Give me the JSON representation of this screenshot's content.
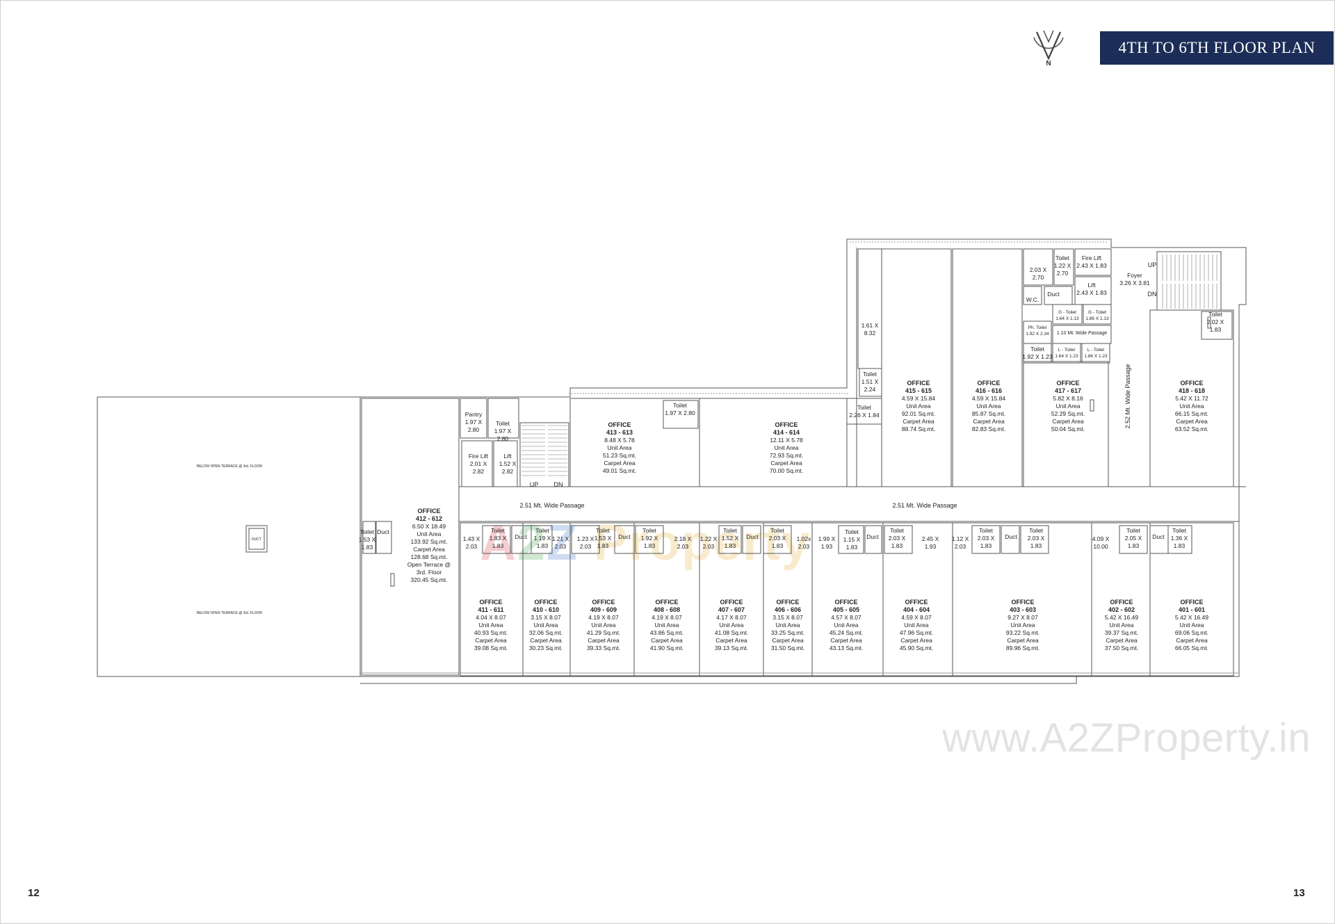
{
  "header": {
    "title": "4TH TO 6TH FLOOR PLAN",
    "logo_icon": "v-monogram-compass-logo",
    "logo_letter": "N"
  },
  "footer": {
    "page_left": "12",
    "page_right": "13"
  },
  "watermark": {
    "text": "www.A2ZProperty.in",
    "logo_text": "A2Z Property"
  },
  "plan": {
    "terrace_labels": [
      "BELOW OPEN TERRACE @ 3rd. FLOOR",
      "BELOW OPEN TERRACE @ 3rd. FLOOR"
    ],
    "terrace_duct": "DUCT",
    "passage_left": "2.51 Mt. Wide Passage",
    "passage_right": "2.51 Mt. Wide Passage",
    "passage_vertical": "2.52 Mt. Wide Passage",
    "passage_small": "1.10 Mt. Wide Passage",
    "stairs_left": {
      "up": "UP",
      "dn": "DN"
    },
    "stairs_right": {
      "up": "UP",
      "dn": "DN"
    },
    "offices_top": [
      {
        "title": "OFFICE",
        "no": "412 - 612",
        "dim": "6.50 X 18.49",
        "lines": [
          "Unit Area",
          "133.92 Sq.mt.",
          "Carpet Area",
          "128.68 Sq.mt.",
          "Open Terrace @",
          "3rd. Floor",
          "320.45 Sq.mt."
        ]
      },
      {
        "title": "OFFICE",
        "no": "413 - 613",
        "dim": "8.48 X 5.78",
        "lines": [
          "Unit Area",
          "51.23 Sq.mt.",
          "Carpet Area",
          "49.01 Sq.mt."
        ]
      },
      {
        "title": "OFFICE",
        "no": "414 - 614",
        "dim": "12.11 X 5.78",
        "lines": [
          "Unit Area",
          "72.93 Sq.mt.",
          "Carpet Area",
          "70.00 Sq.mt."
        ]
      },
      {
        "title": "OFFICE",
        "no": "415 - 615",
        "dim": "4.59 X 15.84",
        "lines": [
          "Unit Area",
          "92.01 Sq.mt.",
          "Carpet Area",
          "88.74 Sq.mt."
        ]
      },
      {
        "title": "OFFICE",
        "no": "416 - 616",
        "dim": "4.59 X 15.84",
        "lines": [
          "Unit Area",
          "85.87 Sq.mt.",
          "Carpet Area",
          "82.83 Sq.mt."
        ]
      },
      {
        "title": "OFFICE",
        "no": "417 - 617",
        "dim": "5.82 X 8.16",
        "lines": [
          "Unit Area",
          "52.29 Sq.mt.",
          "Carpet Area",
          "50.04 Sq.mt."
        ]
      },
      {
        "title": "OFFICE",
        "no": "418 - 618",
        "dim": "5.42 X 11.72",
        "lines": [
          "Unit Area",
          "66.15 Sq.mt.",
          "Carpet Area",
          "63.52 Sq.mt."
        ]
      }
    ],
    "offices_bottom": [
      {
        "title": "OFFICE",
        "no": "411 - 611",
        "dim": "4.04 X 8.07",
        "lines": [
          "Unit Area",
          "40.93 Sq.mt.",
          "Carpet Area",
          "39.08 Sq.mt."
        ]
      },
      {
        "title": "OFFICE",
        "no": "410 - 610",
        "dim": "3.15 X 8.07",
        "lines": [
          "Unit Area",
          "32.06 Sq.mt.",
          "Carpet Area",
          "30.23 Sq.mt."
        ]
      },
      {
        "title": "OFFICE",
        "no": "409 - 609",
        "dim": "4.19 X 8.07",
        "lines": [
          "Unit Area",
          "41.29 Sq.mt.",
          "Carpet Area",
          "39.33 Sq.mt."
        ]
      },
      {
        "title": "OFFICE",
        "no": "408 - 608",
        "dim": "4.19 X 8.07",
        "lines": [
          "Unit Area",
          "43.86 Sq.mt.",
          "Carpet Area",
          "41.90 Sq.mt."
        ]
      },
      {
        "title": "OFFICE",
        "no": "407 - 607",
        "dim": "4.17 X 8.07",
        "lines": [
          "Unit Area",
          "41.08 Sq.mt.",
          "Carpet Area",
          "39.13 Sq.mt."
        ]
      },
      {
        "title": "OFFICE",
        "no": "406 - 606",
        "dim": "3.15 X 8.07",
        "lines": [
          "Unit Area",
          "33.25 Sq.mt.",
          "Carpet Area",
          "31.50 Sq.mt."
        ]
      },
      {
        "title": "OFFICE",
        "no": "405 - 605",
        "dim": "4.57 X 8.07",
        "lines": [
          "Unit Area",
          "45.24 Sq.mt.",
          "Carpet Area",
          "43.13 Sq.mt."
        ]
      },
      {
        "title": "OFFICE",
        "no": "404 - 604",
        "dim": "4.59 X 8.07",
        "lines": [
          "Unit Area",
          "47.96 Sq.mt.",
          "Carpet Area",
          "45.90 Sq.mt."
        ]
      },
      {
        "title": "OFFICE",
        "no": "403 - 603",
        "dim": "9.27 X 8.07",
        "lines": [
          "Unit Area",
          "93.22 Sq.mt.",
          "Carpet Area",
          "89.96 Sq.mt."
        ]
      },
      {
        "title": "OFFICE",
        "no": "402 - 602",
        "dim": "5.42 X 16.49",
        "lines": [
          "Unit Area",
          "39.37 Sq.mt.",
          "Carpet Area",
          "37.50 Sq.mt."
        ]
      },
      {
        "title": "OFFICE",
        "no": "401 - 601",
        "dim": "5.42 X 16.49",
        "lines": [
          "Unit Area",
          "69.06 Sq.mt.",
          "Carpet Area",
          "66.05 Sq.mt."
        ]
      }
    ],
    "labels": [
      [
        "Pantry",
        "1.97 X",
        "2.80"
      ],
      [
        "Toilet",
        "1.97 X",
        "2.80"
      ],
      [
        "Fire Lift",
        "2.01 X",
        "2.82"
      ],
      [
        "Lift",
        "1.52 X",
        "2.82"
      ],
      [
        "Toilet",
        "1.97 X 2.80"
      ],
      [
        "Toilet",
        "2.26 X 1.84"
      ],
      [
        "Toilet",
        "1.51 X",
        "2.24"
      ],
      [
        "1.61 X",
        "8.32"
      ],
      [
        "2.03 X",
        "2.70"
      ],
      [
        "Toilet",
        "1.22 X",
        "2.70"
      ],
      [
        "Fire Lift",
        "2.43 X 1.83"
      ],
      [
        "Lift",
        "2.43 X 1.83"
      ],
      [
        "Foyer",
        "3.26 X 3.81"
      ],
      [
        "Toilet",
        "2.02 X",
        "1.83"
      ],
      [
        "W.C."
      ],
      [
        "Duct"
      ],
      [
        "G - Toilet",
        "1.64 X 1.13"
      ],
      [
        "G - Toilet",
        "1.86 X 1.13"
      ],
      [
        "Ph. Toilet",
        "1.92 X 2.34"
      ],
      [
        "Toilet",
        "1.92 X 1.23"
      ],
      [
        "L - Toilet",
        "1.64 X 1.23"
      ],
      [
        "L - Toilet",
        "1.86 X 1.23"
      ],
      [
        "Toilet",
        "1.53 X",
        "1.83"
      ],
      [
        "Duct"
      ],
      [
        "1.43 X",
        "2.03"
      ],
      [
        "Toilet",
        "1.83 X",
        "1.83"
      ],
      [
        "Duct"
      ],
      [
        "Toilet",
        "1.19 X",
        "1.83"
      ],
      [
        "1.21 X",
        "2.03"
      ],
      [
        "1.23 X",
        "2.03"
      ],
      [
        "Toilet",
        "1.53 X",
        "1.83"
      ],
      [
        "Duct"
      ],
      [
        "Toilet",
        "1.92 X",
        "1.83"
      ],
      [
        "2.18 X",
        "2.03"
      ],
      [
        "1.22 X",
        "2.03"
      ],
      [
        "Toilet",
        "1.52 X",
        "1.83"
      ],
      [
        "Duct"
      ],
      [
        "Toilet",
        "2.03 X",
        "1.83"
      ],
      [
        "1.02x",
        "2.03"
      ],
      [
        "1.99 X",
        "1.93"
      ],
      [
        "Toilet",
        "1.15 X",
        "1.83"
      ],
      [
        "Duct"
      ],
      [
        "Toilet",
        "2.03 X",
        "1.83"
      ],
      [
        "2.45 X",
        "1.93"
      ],
      [
        "1.12 X",
        "2.03"
      ],
      [
        "Toilet",
        "2.03 X",
        "1.83"
      ],
      [
        "Duct"
      ],
      [
        "Toilet",
        "2.03 X",
        "1.83"
      ],
      [
        "4.09 X",
        "10.00"
      ],
      [
        "Toilet",
        "2.05 X",
        "1.83"
      ],
      [
        "Duct"
      ],
      [
        "Toilet",
        "1.36 X",
        "1.83"
      ]
    ]
  }
}
